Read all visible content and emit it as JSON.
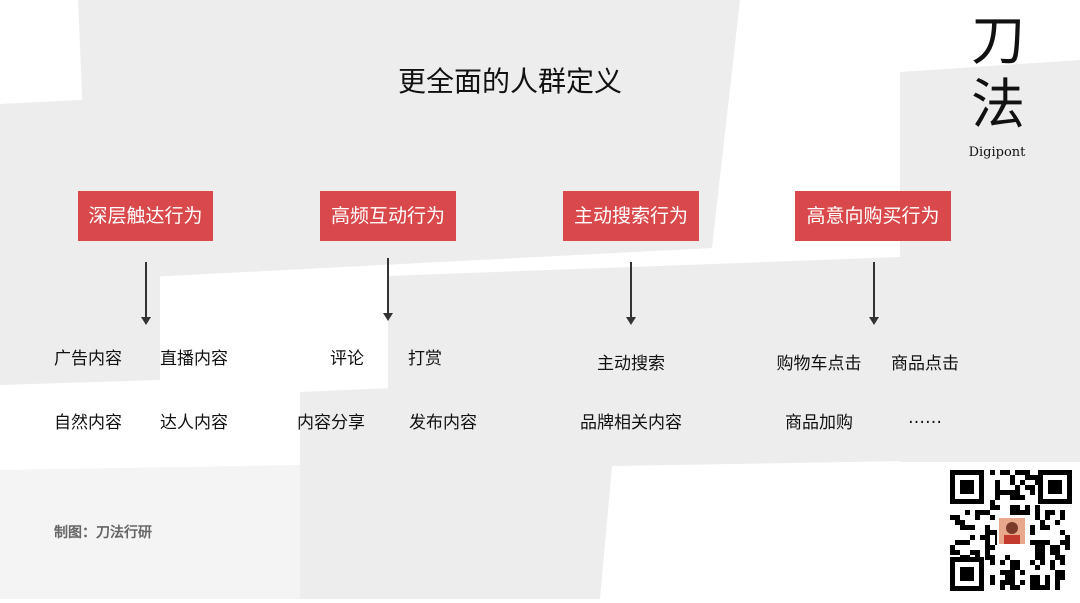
{
  "title": "更全面的人群定义",
  "logo": {
    "chars": [
      "刀",
      "法"
    ],
    "subtitle": "Digipont"
  },
  "categories": [
    {
      "label": "深层触达行为",
      "items": [
        "广告内容",
        "直播内容",
        "自然内容",
        "达人内容"
      ]
    },
    {
      "label": "高频互动行为",
      "items": [
        "评论",
        "打赏",
        "内容分享",
        "发布内容"
      ]
    },
    {
      "label": "主动搜索行为",
      "items": [
        "主动搜索",
        "品牌相关内容"
      ]
    },
    {
      "label": "高意向购买行为",
      "items": [
        "购物车点击",
        "商品点击",
        "商品加购",
        "……"
      ]
    }
  ],
  "credit": "制图：刀法行研",
  "colors": {
    "accent": "#d9484a",
    "panel": "#ededee",
    "text": "#111111"
  }
}
